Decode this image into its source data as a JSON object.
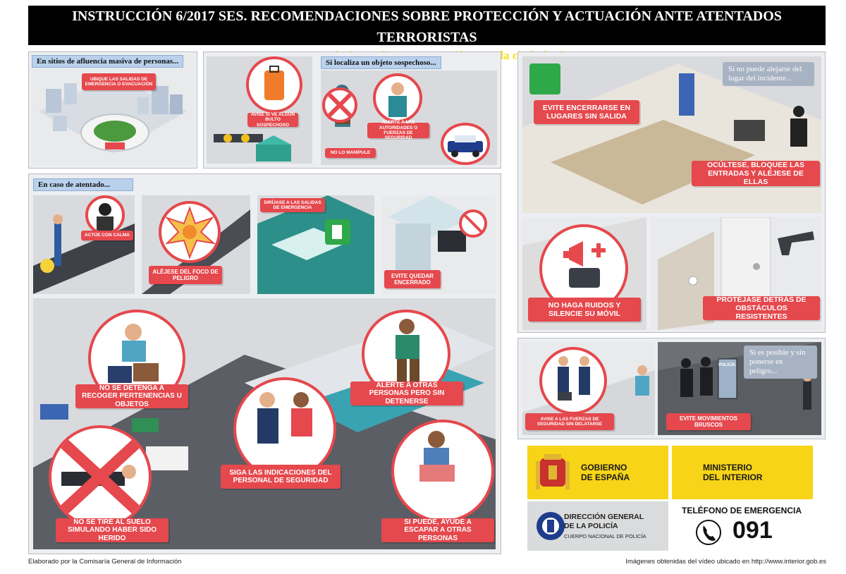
{
  "header": {
    "title": "INSTRUCCIÓN 6/2017 SES. RECOMENDACIONES SOBRE PROTECCIÓN Y ACTUACIÓN ANTE ATENTADOS TERRORISTAS",
    "subtitle": "Recomendaciones de autoprotección para la ciudadanía"
  },
  "section_mass": {
    "tag": "En sitios de afluencia masiva de personas...",
    "label_exits": "UBIQUE LAS SALIDAS DE EMERGENCIA O EVACUACIÓN",
    "label_warn": "AVISE SI VE ALGÚN BULTO SOSPECHOSO"
  },
  "section_suspicious": {
    "tag": "Si localiza un objeto sospechoso...",
    "label_alert": "ALERTE A LAS AUTORIDADES O FUERZAS DE SEGURIDAD",
    "label_no_touch": "NO LO MANIPULE"
  },
  "section_attack": {
    "tag": "En caso de atentado...",
    "label_calm": "ACTÚE CON CALMA",
    "label_away": "ALÉJESE DEL FOCO DE PELIGRO",
    "label_go_exits": "DIRÍJASE A LAS SALIDAS DE EMERGENCIA",
    "label_not_trapped": "EVITE QUEDAR ENCERRADO",
    "label_belongings": "NO SE DETENGA A RECOGER PERTENENCIAS U OBJETOS",
    "label_alert_others": "ALERTE A OTRAS PERSONAS PERO SIN DETENERSE",
    "label_follow": "SIGA LAS INDICACIONES DEL PERSONAL DE SEGURIDAD",
    "label_no_floor": "NO SE TIRE AL SUELO SIMULANDO HABER SIDO HERIDO",
    "label_help": "SI PUEDE, AYUDE A ESCAPAR A OTRAS PERSONAS"
  },
  "section_cannot_leave": {
    "tag": "Si no puede alejarse del lugar del incidente...",
    "label_no_lock": "EVITE ENCERRARSE EN LUGARES SIN SALIDA",
    "label_hide": "OCÚLTESE, BLOQUEE LAS ENTRADAS Y ALÉJESE DE ELLAS",
    "label_silence": "NO HAGA RUIDOS Y SILENCIE SU MÓVIL",
    "label_protect": "PROTÉJASE DETRÁS DE OBSTÁCULOS RESISTENTES"
  },
  "section_police": {
    "tag": "Si es posible y sin ponerse en peligro...",
    "label_notify": "AVISE A LAS FUERZAS DE SEGURIDAD SIN DELATARSE",
    "label_no_sudden": "EVITE MOVIMIENTOS BRUSCOS",
    "shield_text": "POLICÍA"
  },
  "logos": {
    "gov_line1": "GOBIERNO",
    "gov_line2": "DE ESPAÑA",
    "min_line1": "MINISTERIO",
    "min_line2": "DEL INTERIOR",
    "dg_line1": "DIRECCIÓN GENERAL",
    "dg_line2": "DE LA POLICÍA",
    "dg_line3": "CUERPO NACIONAL DE POLICÍA",
    "tel_label": "TELÉFONO DE EMERGENCIA",
    "tel_number": "091"
  },
  "footer": {
    "left": "Elaborado por la Comisaría General de Información",
    "right": "Imágenes obtenidas del vídeo ubicado en http://www.interior.gob.es"
  },
  "colors": {
    "label_red": "#e5484d",
    "tag_blue": "#b9d1ec",
    "header_yellow": "#f7e31a",
    "gov_yellow": "#f7d417"
  }
}
